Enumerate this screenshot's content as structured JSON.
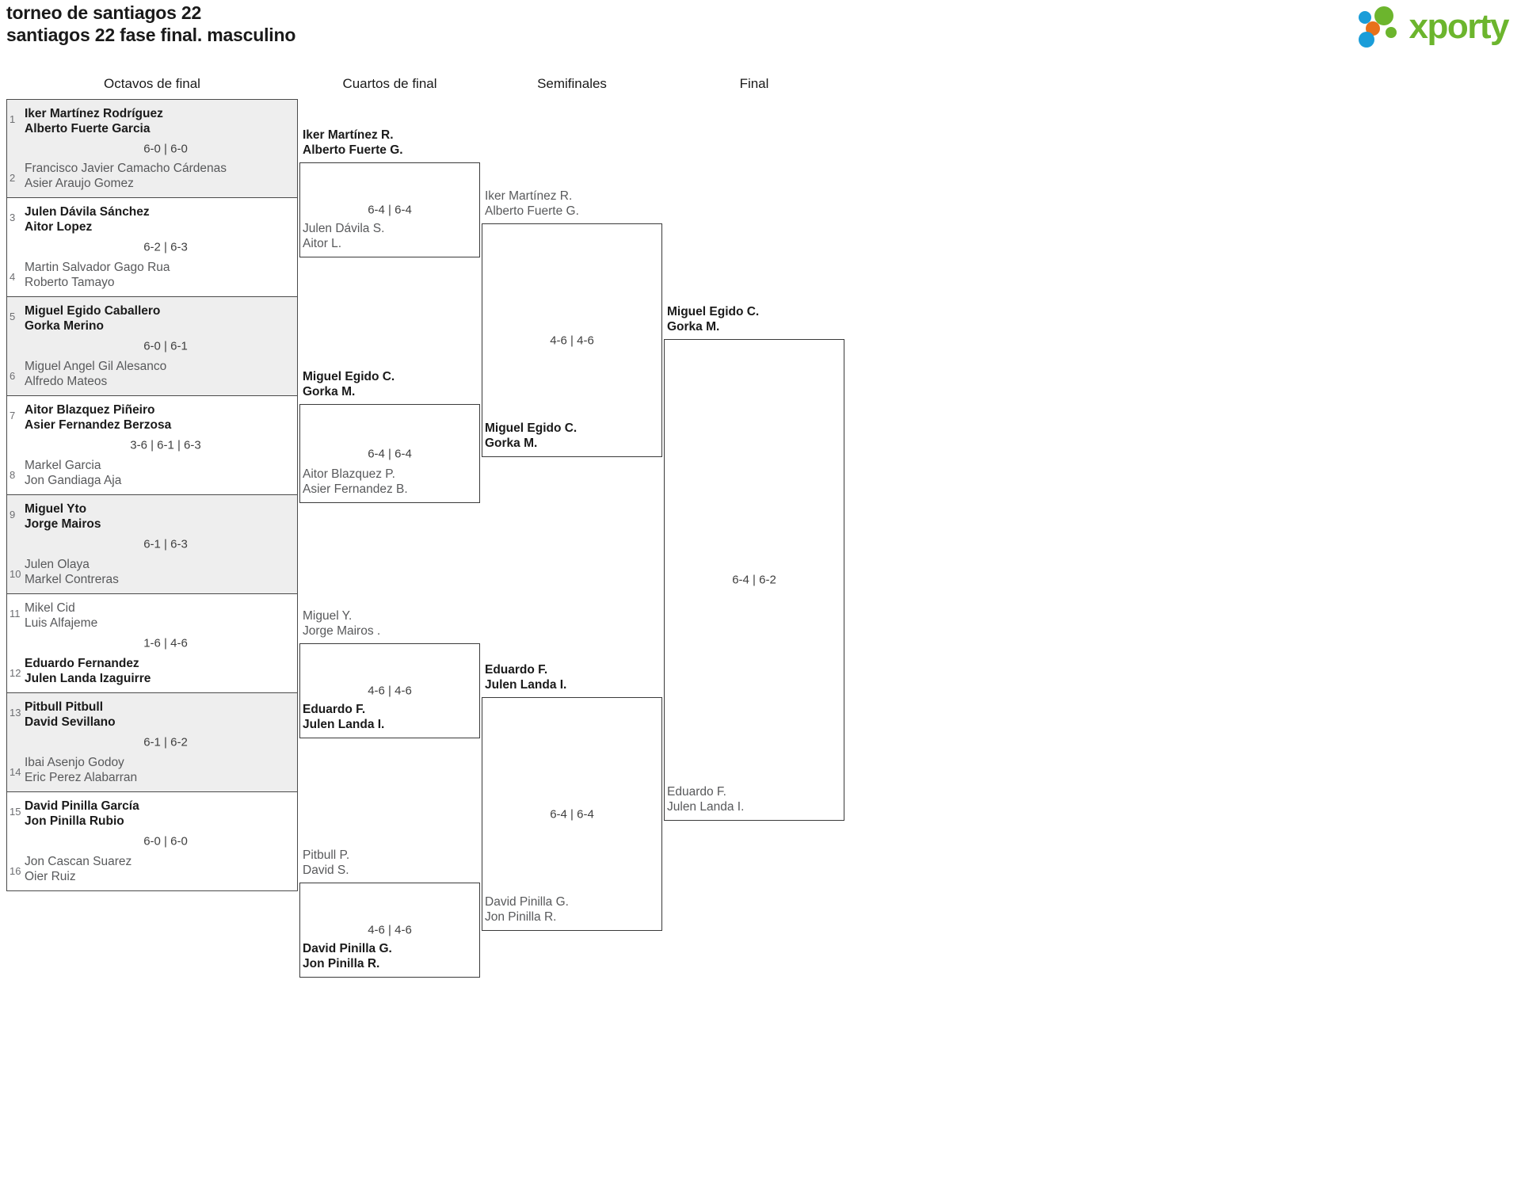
{
  "header": {
    "title_line1": "torneo de santiagos 22",
    "title_line2": "santiagos 22 fase final. masculino",
    "logo_text": "xporty",
    "logo_colors": {
      "green": "#6cb52d",
      "blue": "#1a9dd9",
      "orange": "#e8711a"
    }
  },
  "rounds": [
    {
      "label": "Octavos de final"
    },
    {
      "label": "Cuartos de final"
    },
    {
      "label": "Semifinales"
    },
    {
      "label": "Final"
    }
  ],
  "chart_data": {
    "type": "table",
    "title": "santiagos 22 fase final. masculino",
    "champion": "Miguel Egido C. / Gorka M.",
    "final_score": "6-4 | 6-2"
  },
  "round1": [
    {
      "seed_top": "1",
      "seed_bot": "2",
      "shaded": true,
      "top": {
        "p1": "Iker Martínez Rodríguez",
        "p2": "Alberto Fuerte Garcia",
        "winner": true
      },
      "bot": {
        "p1": "Francisco Javier Camacho Cárdenas",
        "p2": "Asier Araujo Gomez",
        "winner": false
      },
      "score": "6-0 | 6-0"
    },
    {
      "seed_top": "3",
      "seed_bot": "4",
      "shaded": false,
      "top": {
        "p1": "Julen Dávila Sánchez",
        "p2": "Aitor Lopez",
        "winner": true
      },
      "bot": {
        "p1": "Martin Salvador Gago Rua",
        "p2": "Roberto Tamayo",
        "winner": false
      },
      "score": "6-2 | 6-3"
    },
    {
      "seed_top": "5",
      "seed_bot": "6",
      "shaded": true,
      "top": {
        "p1": "Miguel Egido Caballero",
        "p2": "Gorka Merino",
        "winner": true
      },
      "bot": {
        "p1": "Miguel Angel Gil Alesanco",
        "p2": "Alfredo Mateos",
        "winner": false
      },
      "score": "6-0 | 6-1"
    },
    {
      "seed_top": "7",
      "seed_bot": "8",
      "shaded": false,
      "top": {
        "p1": "Aitor Blazquez Piñeiro",
        "p2": "Asier Fernandez Berzosa",
        "winner": true
      },
      "bot": {
        "p1": "Markel Garcia",
        "p2": "Jon Gandiaga Aja",
        "winner": false
      },
      "score": "3-6 | 6-1 | 6-3"
    },
    {
      "seed_top": "9",
      "seed_bot": "10",
      "shaded": true,
      "top": {
        "p1": "Miguel Yto",
        "p2": "Jorge Mairos",
        "winner": true
      },
      "bot": {
        "p1": "Julen Olaya",
        "p2": "Markel Contreras",
        "winner": false
      },
      "score": "6-1 | 6-3"
    },
    {
      "seed_top": "11",
      "seed_bot": "12",
      "shaded": false,
      "top": {
        "p1": "Mikel Cid",
        "p2": "Luis Alfajeme",
        "winner": false
      },
      "bot": {
        "p1": "Eduardo Fernandez",
        "p2": "Julen Landa Izaguirre",
        "winner": true
      },
      "score": "1-6 | 4-6"
    },
    {
      "seed_top": "13",
      "seed_bot": "14",
      "shaded": true,
      "top": {
        "p1": "Pitbull Pitbull",
        "p2": "David Sevillano",
        "winner": true
      },
      "bot": {
        "p1": "Ibai Asenjo Godoy",
        "p2": "Eric Perez Alabarran",
        "winner": false
      },
      "score": "6-1 | 6-2"
    },
    {
      "seed_top": "15",
      "seed_bot": "16",
      "shaded": false,
      "top": {
        "p1": "David Pinilla García",
        "p2": "Jon Pinilla Rubio",
        "winner": true
      },
      "bot": {
        "p1": "Jon Cascan Suarez",
        "p2": "Oier Ruiz",
        "winner": false
      },
      "score": "6-0 | 6-0"
    }
  ],
  "round2": [
    {
      "top": {
        "p1": "Iker Martínez R.",
        "p2": "Alberto Fuerte G.",
        "winner": true
      },
      "bot": {
        "p1": "Julen Dávila S.",
        "p2": "Aitor L.",
        "winner": false
      },
      "score": "6-4 | 6-4"
    },
    {
      "top": {
        "p1": "Miguel Egido C.",
        "p2": "Gorka M.",
        "winner": true
      },
      "bot": {
        "p1": "Aitor Blazquez P.",
        "p2": "Asier Fernandez B.",
        "winner": false
      },
      "score": "6-4 | 6-4"
    },
    {
      "top": {
        "p1": "Miguel Y.",
        "p2": "Jorge Mairos .",
        "winner": false
      },
      "bot": {
        "p1": "Eduardo F.",
        "p2": "Julen Landa I.",
        "winner": true
      },
      "score": "4-6 | 4-6"
    },
    {
      "top": {
        "p1": "Pitbull P.",
        "p2": "David S.",
        "winner": false
      },
      "bot": {
        "p1": "David Pinilla G.",
        "p2": "Jon Pinilla R.",
        "winner": true
      },
      "score": "4-6 | 4-6"
    }
  ],
  "round3": [
    {
      "top": {
        "p1": "Iker Martínez R.",
        "p2": "Alberto Fuerte G.",
        "winner": false
      },
      "bot": {
        "p1": "Miguel Egido C.",
        "p2": "Gorka M.",
        "winner": true
      },
      "score": "4-6 | 4-6"
    },
    {
      "top": {
        "p1": "Eduardo F.",
        "p2": "Julen Landa I.",
        "winner": true
      },
      "bot": {
        "p1": "David Pinilla G.",
        "p2": "Jon Pinilla R.",
        "winner": false
      },
      "score": "6-4 | 6-4"
    }
  ],
  "round4": [
    {
      "top": {
        "p1": "Miguel Egido C.",
        "p2": "Gorka M.",
        "winner": true
      },
      "bot": {
        "p1": "Eduardo F.",
        "p2": "Julen Landa I.",
        "winner": false
      },
      "score": "6-4 | 6-2"
    }
  ]
}
